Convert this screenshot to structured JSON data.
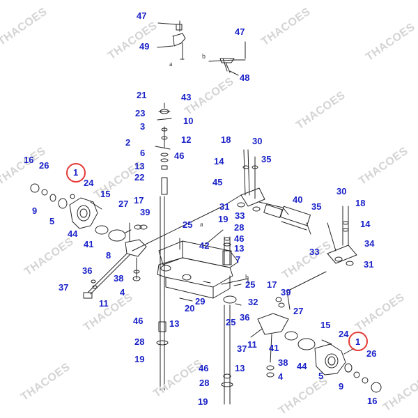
{
  "watermark": "THACOES",
  "view_markers": [
    "a",
    "b"
  ],
  "labels": {
    "l47a": "47",
    "l49": "49",
    "l47b": "47",
    "l48": "48",
    "l21": "21",
    "l43": "43",
    "l23": "23",
    "l10": "10",
    "l3": "3",
    "l12": "12",
    "l2": "2",
    "l6": "6",
    "l46a": "46",
    "l13a": "13",
    "l22": "22",
    "l18a": "18",
    "l30a": "30",
    "l14a": "14",
    "l35a": "35",
    "l45": "45",
    "l31a": "31",
    "l33a": "33",
    "l40": "40",
    "l35b": "35",
    "l30b": "30",
    "l18b": "18",
    "l14b": "14",
    "l34": "34",
    "l33b": "33",
    "l31b": "31",
    "l16a": "16",
    "l26a": "26",
    "l1a": "1",
    "l24a": "24",
    "l15a": "15",
    "l9a": "9",
    "l5a": "5",
    "l44a": "44",
    "l41a": "41",
    "l27a": "27",
    "l17a": "17",
    "l39a": "39",
    "l8": "8",
    "l36a": "36",
    "l38a": "38",
    "l4a": "4",
    "l37a": "37",
    "l11a": "11",
    "l25a": "25",
    "l42": "42",
    "l19a": "19",
    "l28a": "28",
    "l46b": "46",
    "l13b": "13",
    "l7": "7",
    "l25b": "25",
    "l29": "29",
    "l20": "20",
    "l25c": "25",
    "l17b": "17",
    "l39b": "39",
    "l32": "32",
    "l27b": "27",
    "l36b": "36",
    "l46c": "46",
    "l13c": "13",
    "l28b": "28",
    "l19b": "19",
    "l15b": "15",
    "l24b": "24",
    "l1b": "1",
    "l26b": "26",
    "l37b": "37",
    "l11b": "11",
    "l41b": "41",
    "l38b": "38",
    "l44b": "44",
    "l4b": "4",
    "l5b": "5",
    "l9b": "9",
    "l16b": "16",
    "l46d": "46",
    "l13d": "13",
    "l28c": "28",
    "l19c": "19"
  }
}
